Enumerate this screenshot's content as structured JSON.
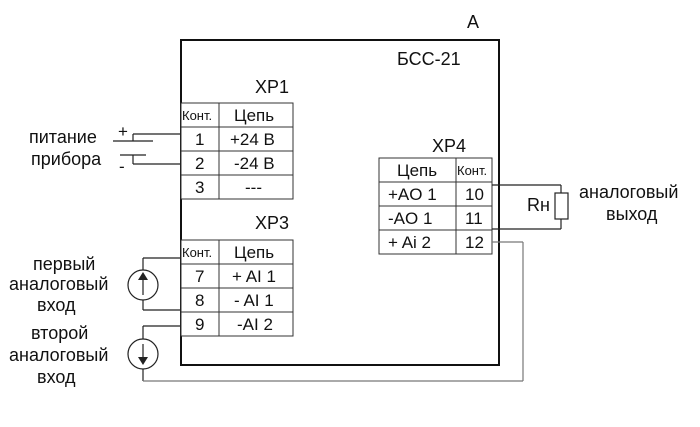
{
  "device": {
    "ref": "А",
    "name": "БСС-21"
  },
  "xp1": {
    "title": "XP1",
    "col_kont": "Конт.",
    "col_circuit": "Цепь",
    "rows": [
      {
        "kont": "1",
        "circuit": "+24 В"
      },
      {
        "kont": "2",
        "circuit": "-24 В"
      },
      {
        "kont": "3",
        "circuit": "---"
      }
    ]
  },
  "xp3": {
    "title": "XP3",
    "col_kont": "Конт.",
    "col_circuit": "Цепь",
    "rows": [
      {
        "kont": "7",
        "circuit": "+ AI 1"
      },
      {
        "kont": "8",
        "circuit": "- AI 1"
      },
      {
        "kont": "9",
        "circuit": "-AI 2"
      }
    ]
  },
  "xp4": {
    "title": "XP4",
    "col_circuit": "Цепь",
    "col_kont": "Конт.",
    "rows": [
      {
        "circuit": "+AO 1",
        "kont": "10"
      },
      {
        "circuit": "-AO 1",
        "kont": "11"
      },
      {
        "circuit": "+ Ai 2",
        "kont": "12"
      }
    ]
  },
  "labels": {
    "power_line1": "питание",
    "power_line2": "прибора",
    "plus": "+",
    "minus": "-",
    "in1_line1": "первый",
    "in1_line2": "аналоговый",
    "in1_line3": "вход",
    "in2_line1": "второй",
    "in2_line2": "аналоговый",
    "in2_line3": "вход",
    "resistor": "Rн",
    "out_line1": "аналоговый",
    "out_line2": "выход"
  }
}
